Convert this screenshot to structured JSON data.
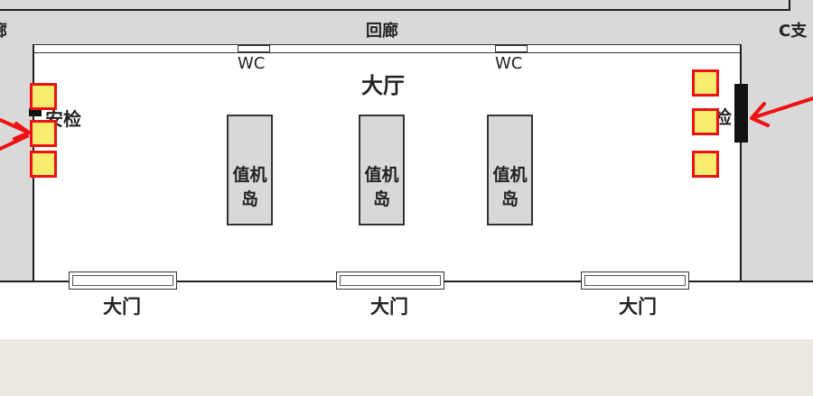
{
  "labels": {
    "corridor_left_partial": "廊",
    "corridor": "回廊",
    "branch_right_partial": "C支",
    "hall": "大厅",
    "wc_left": "WC",
    "wc_right": "WC",
    "security_left": "安检",
    "security_right": "安检"
  },
  "checkin_islands": [
    "值机岛",
    "值机岛",
    "值机岛"
  ],
  "gates": [
    "大门",
    "大门",
    "大门"
  ],
  "colors": {
    "background": "#ece9e1",
    "plan": "#ffffff",
    "corridor_gray": "#d9d9d9",
    "island": "#d8d8d8",
    "machine_fill": "#f7ec6e",
    "machine_border": "#e11111",
    "arrow": "#e11111"
  }
}
